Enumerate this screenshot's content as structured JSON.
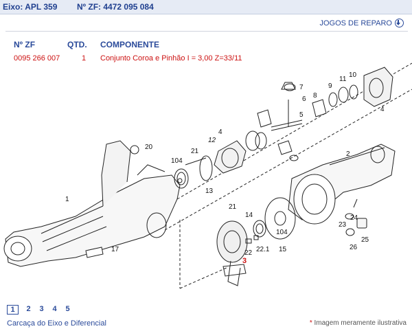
{
  "header": {
    "eixo": "Eixo: APL 359",
    "zf": "Nº ZF: 4472 095 084"
  },
  "link": {
    "jogos": "JOGOS DE REPARO"
  },
  "table": {
    "headers": [
      "Nº ZF",
      "QTD.",
      "COMPONENTE"
    ],
    "row": {
      "zf": "0095 266 007",
      "qtd": "1",
      "componente": "Conjunto Coroa e Pinhão I = 3,00 Z=33/11"
    }
  },
  "callouts": [
    "7",
    "6",
    "5",
    "8",
    "9",
    "11",
    "10",
    "4",
    "20",
    "21",
    "12",
    "4",
    "104",
    "13",
    "2",
    "1",
    "21",
    "14",
    "104",
    "15",
    "23",
    "24",
    "25",
    "26",
    "17",
    "22",
    "22.1",
    "3"
  ],
  "pagination": {
    "pages": [
      "1",
      "2",
      "3",
      "4",
      "5"
    ],
    "active": "1"
  },
  "footer": {
    "caption": "Carcaça do Eixo e Diferencial",
    "note_mark": "*",
    "note": "Imagem meramente ilustrativa"
  },
  "colors": {
    "brand_blue": "#2a4a9a",
    "highlight_red": "#cc1111"
  }
}
